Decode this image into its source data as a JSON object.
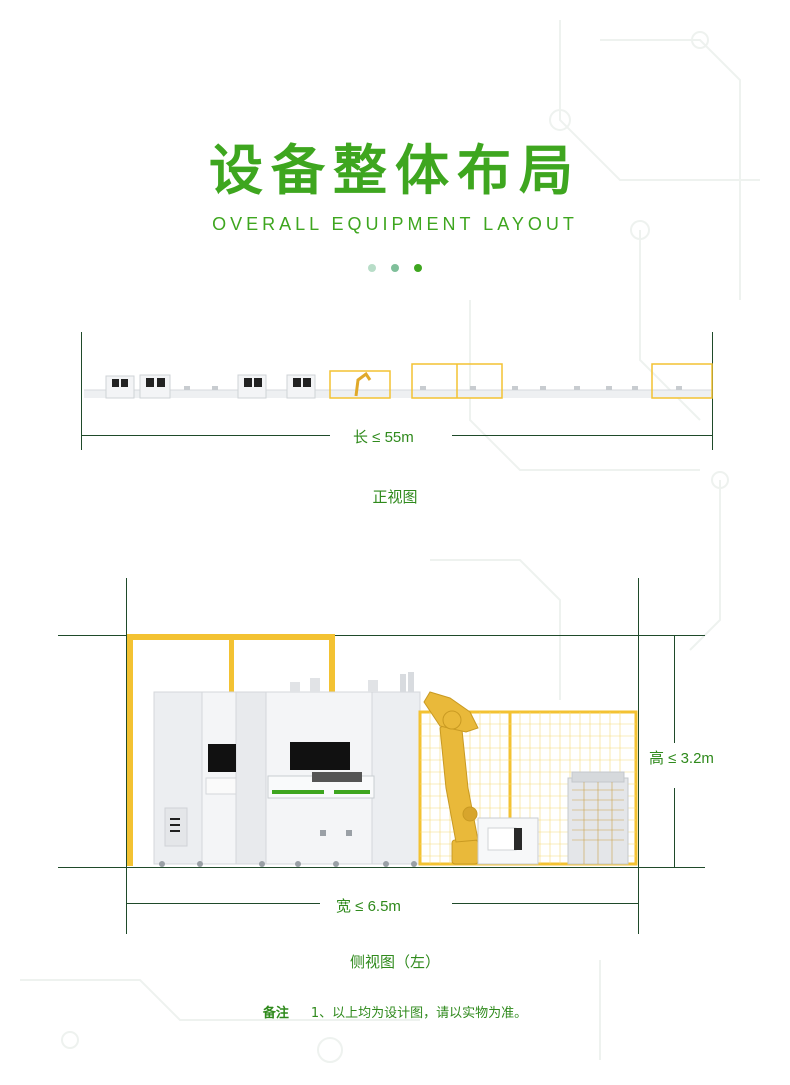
{
  "header": {
    "title": "设备整体布局",
    "subtitle": "OVERALL EQUIPMENT LAYOUT",
    "dot_colors": [
      "#b8ddc8",
      "#7fbf9a",
      "#3ea61f"
    ]
  },
  "front_view": {
    "dimension": "长 ≤ 55m",
    "caption": "正视图"
  },
  "side_view": {
    "height_dimension": "高 ≤ 3.2m",
    "width_dimension": "宽 ≤ 6.5m",
    "caption": "侧视图（左）"
  },
  "note": {
    "label": "备注",
    "text": "1、以上均为设计图，请以实物为准。"
  },
  "colors": {
    "brand_green": "#3ea61f",
    "dim_line": "#1f4a2a",
    "frame_yellow": "#f3c232",
    "robot_yellow": "#e9b93a"
  }
}
